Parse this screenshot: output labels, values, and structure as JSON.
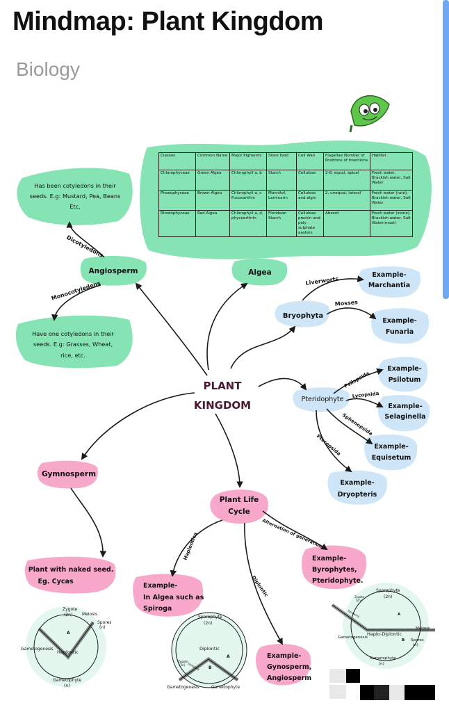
{
  "header": {
    "title": "Mindmap: Plant Kingdom",
    "subtitle": "Biology"
  },
  "nodes": {
    "center": [
      "PLANT",
      "KINGDOM"
    ],
    "angiosperm": "Angiosperm",
    "dicot_desc": [
      "Has been cotyledons in their",
      "seeds. E.g: Mustard, Pea, Beans",
      "Etc."
    ],
    "monocot_desc": [
      "Have one cotyledons in their",
      "seeds. E.g: Grasses, Wheat,",
      "rice, etc."
    ],
    "algea": "Algea",
    "bryophyta": "Bryophyta",
    "marchantia": [
      "Example-",
      "Marchantia"
    ],
    "funaria": [
      "Example-",
      "Funaria"
    ],
    "pteridophyte": "Pteridophyte",
    "psilotum": [
      "Example-",
      "Psilotum"
    ],
    "selaginella": [
      "Example-",
      "Selaginella"
    ],
    "equisetum": [
      "Example-",
      "Equisetum"
    ],
    "dryopteris": [
      "Example-",
      "Dryopteris"
    ],
    "gymnosperm": "Gymnosperm",
    "naked_seed": [
      "Plant with naked seed.",
      "Eg. Cycas"
    ],
    "life_cycle": [
      "Plant Life",
      "Cycle"
    ],
    "haplontic_example": [
      "Example-",
      "In Algea such as",
      "Spiroga"
    ],
    "haplo_diplontic_example": [
      "Example-",
      "Byrophytes,",
      "Pteridophyte."
    ],
    "diplontic_example": [
      "Example-",
      "Gynosperm,",
      "Angiosperm"
    ]
  },
  "edges": {
    "dicotyledons": "Dicotyledons",
    "monocotyledens": "Monocotyledens",
    "liverworts": "Liverworts",
    "mosses": "Mosses",
    "psilopsida": "Psilopsida",
    "lycopsida": "Lycopsida",
    "sphenopsida": "Sphenopsida",
    "pteropsida": "Pteropsida",
    "haplontica": "Haplontica",
    "diplontic": "Diplontic",
    "alternation": "Alternation of generation"
  },
  "algae_table": {
    "headers": [
      "Classes",
      "Common Name",
      "Major Pigments",
      "Store food",
      "Cell Wall",
      "Flagellae Number of Positions of Insertions",
      "Habitat"
    ],
    "rows": [
      [
        "Chlorophyceae",
        "Green Algea",
        "Chlorophyll a, b",
        "Starch",
        "Cellulose",
        "2-8, equal, apical",
        "Fresh water, Brackish water, Salt Water"
      ],
      [
        "Phaeophyceae",
        "Brown Algea",
        "Chlorophyll a, c Fucoxanthin",
        "Mannitol, Laminarin",
        "Cellulose and algin",
        "2, unequal, lateral",
        "Fresh water (rare), Brackish water, Salt Water"
      ],
      [
        "Rhodophyceae",
        "Red Algea",
        "Chlorophyll a, d, phycoerthrin",
        "Floridean Starch",
        "Cellulose prectin and poly sulphate easters",
        "Absent",
        "Fresh water (some), Brackish water, Salt Water(most)"
      ]
    ]
  },
  "cycle_haplontic": {
    "title": "Haplontic",
    "zygote": "Zygote",
    "zygote_ploidy": "(2n)",
    "meiosis": "Meiosis",
    "spores": "Spores",
    "spores_ploidy": "(n)",
    "gametogenesis": "Gametogenesis",
    "gametophyte": "Gametophyte",
    "gametophyte_ploidy": "(n)",
    "phase_a": "A"
  },
  "cycle_diplontic": {
    "title": "Diplontic",
    "sporophyte": "Sporophyte",
    "sporophyte_ploidy": "(2n)",
    "zygote": "Zygote",
    "zygote_ploidy": "(2n)",
    "gametogenesis": "Gametogenesis",
    "gametophyte": "Gametophyte",
    "syngamy": "Syngamy",
    "phase_a": "A",
    "phase_b": "B"
  },
  "cycle_haplodiplontic": {
    "title": "Haplo-Diplontic",
    "sporophyte": "Sporophyte",
    "sporophyte_ploidy": "(2n)",
    "zygote": "Zygote",
    "zygote_ploidy": "(2n)",
    "syngamy": "Syngamy",
    "meiosis": "Meiosis",
    "spores": "Spores",
    "spores_ploidy": "(n)",
    "gametogenesis": "Gametogenesis",
    "gametophyte": "Gametophyte",
    "gametophyte_ploidy": "(n)",
    "phase_a": "A",
    "phase_b": "B"
  },
  "colors": {
    "green": "#86e3b4",
    "blue": "#cfe6f8",
    "pink": "#f7a8cb",
    "cycle_bg": "#e3f7ef",
    "arrow": "#1a1a1a",
    "accent_scroll": "#6ea8f0"
  },
  "icons": {
    "mascot": "leaf-mascot-icon"
  }
}
